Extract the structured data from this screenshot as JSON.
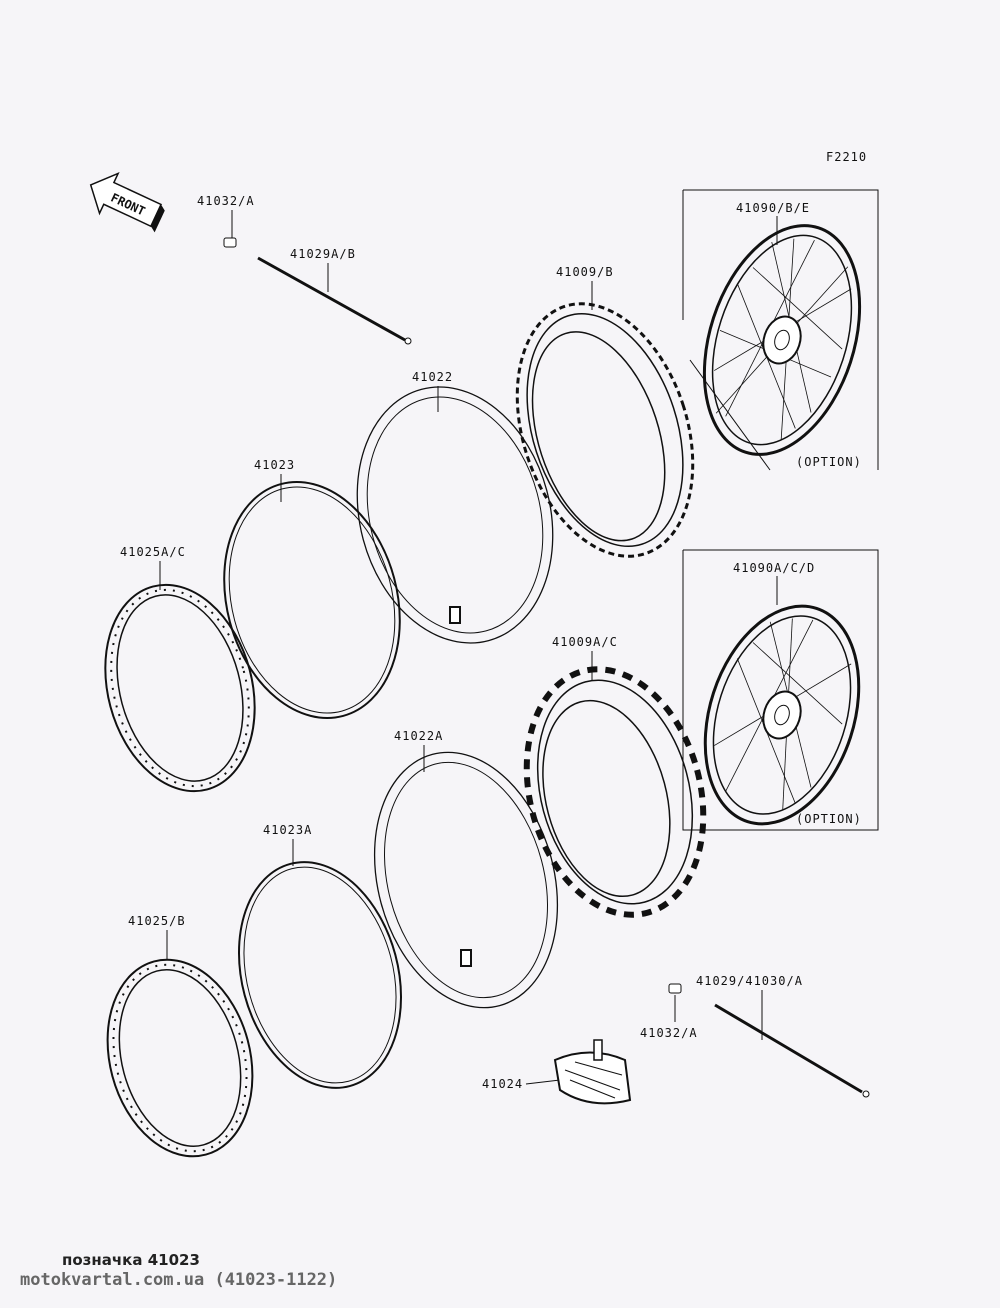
{
  "diagram": {
    "code": "F2210",
    "front_label": "FRONT",
    "labels": {
      "bolt_top": "41032/A",
      "spoke_top": "41029A/B",
      "tire_front": "41009/B",
      "wheel_front": "41090/B/E",
      "tube_front": "41022",
      "band_front": "41023",
      "rim_front": "41025A/C",
      "wheel_rear": "41090A/C/D",
      "tire_rear": "41009A/C",
      "tube_rear": "41022A",
      "band_rear": "41023A",
      "rim_rear": "41025/B",
      "spoke_rear": "41029/41030/A",
      "bolt_rear": "41032/A",
      "rim_lock": "41024",
      "option_front": "(OPTION)",
      "option_rear": "(OPTION)"
    }
  },
  "footer": {
    "caption": "позначка 41023",
    "site": "motokvartal.com.ua (41023-1122)"
  }
}
